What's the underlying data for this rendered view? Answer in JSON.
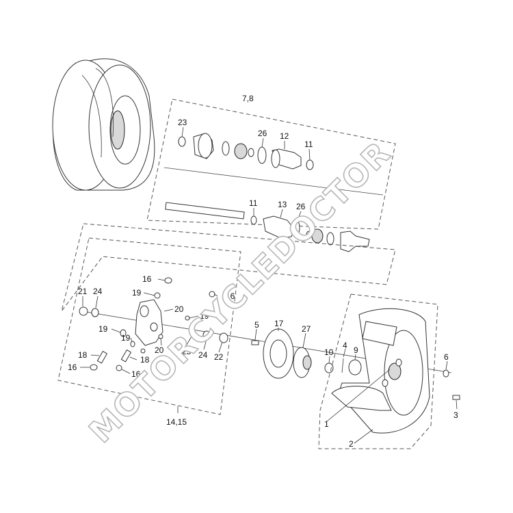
{
  "watermark": "MOTORCYCLEDOCTOR",
  "groups": {
    "driveshaft": "7,8",
    "arm_assembly": "14,15"
  },
  "callouts": {
    "c1": "1",
    "c2": "2",
    "c3": "3",
    "c4": "4",
    "c5": "5",
    "c6": "6",
    "c9": "9",
    "c10": "10",
    "c11a": "11",
    "c11b": "11",
    "c12": "12",
    "c13": "13",
    "c16a": "16",
    "c16b": "16",
    "c16c": "16",
    "c16d": "16",
    "c17": "17",
    "c18a": "18",
    "c18b": "18",
    "c19a": "19",
    "c19b": "19",
    "c19c": "19",
    "c19d": "19",
    "c20a": "20",
    "c20b": "20",
    "c21": "21",
    "c22": "22",
    "c23": "23",
    "c24a": "24",
    "c24b": "24",
    "c25": "25",
    "c26a": "26",
    "c26b": "26",
    "c27": "27"
  }
}
